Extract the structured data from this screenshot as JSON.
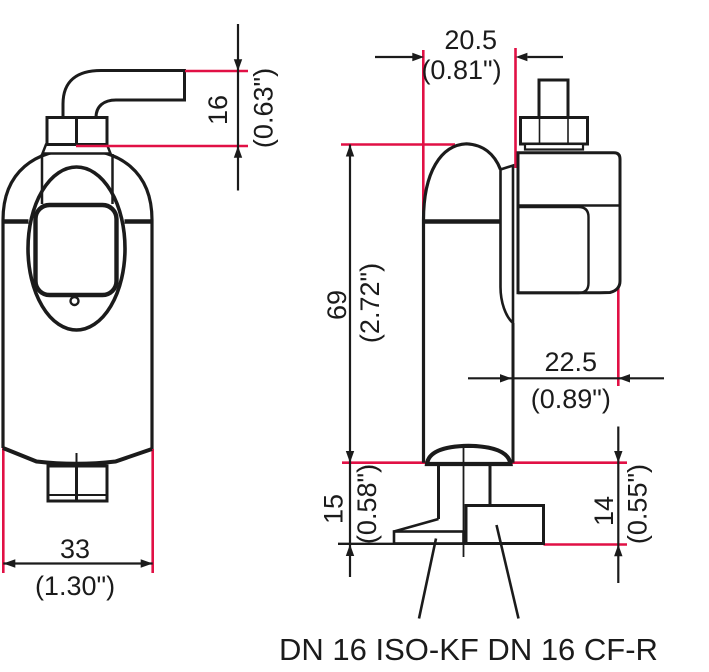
{
  "colors": {
    "dimension_red": "#e11045",
    "ink": "#1b1b1b"
  },
  "dimensions": {
    "cable_clearance": {
      "mm": "16",
      "inch": "(0.63\")"
    },
    "depth_top": {
      "mm": "20.5",
      "inch": "(0.81\")"
    },
    "body_height": {
      "mm": "69",
      "inch": "(2.72\")"
    },
    "connector_depth": {
      "mm": "22.5",
      "inch": "(0.89\")"
    },
    "body_width": {
      "mm": "33",
      "inch": "(1.30\")"
    },
    "iso_kf_flange_height": {
      "mm": "15",
      "inch": "(0.58\")"
    },
    "cf_flange_height": {
      "mm": "14",
      "inch": "(0.55\")"
    }
  },
  "labels": {
    "flange_types": "DN 16 ISO-KF DN 16 CF-R"
  }
}
